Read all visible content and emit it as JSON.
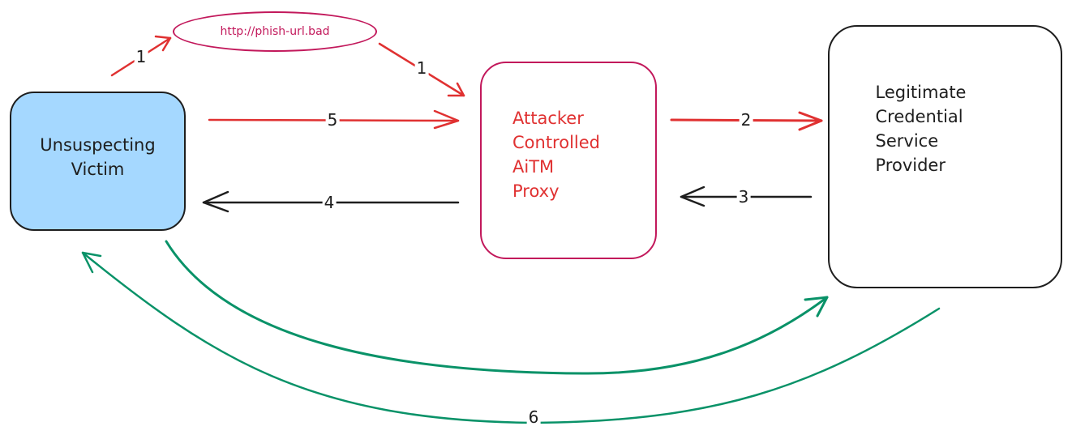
{
  "diagram": {
    "title": "AiTM phishing flow",
    "colors": {
      "attack": "#e03131",
      "response": "#1e1e1e",
      "session": "#099268",
      "proxy_border": "#c2185b",
      "victim_fill": "#a5d8ff"
    },
    "nodes": {
      "victim": {
        "label": "Unsuspecting\nVictim"
      },
      "proxy": {
        "label": "Attacker\nControlled\nAiTM\nProxy"
      },
      "provider": {
        "label": "Legitimate\nCredential\nService\nProvider"
      },
      "phish_url": {
        "label": "http://phish-url.bad"
      }
    },
    "edges": [
      {
        "id": "e1a",
        "from": "victim",
        "to": "phish_url",
        "label": "1",
        "color": "attack"
      },
      {
        "id": "e1b",
        "from": "phish_url",
        "to": "proxy",
        "label": "1",
        "color": "attack"
      },
      {
        "id": "e2",
        "from": "proxy",
        "to": "provider",
        "label": "2",
        "color": "attack"
      },
      {
        "id": "e3",
        "from": "provider",
        "to": "proxy",
        "label": "3",
        "color": "response"
      },
      {
        "id": "e4",
        "from": "proxy",
        "to": "victim",
        "label": "4",
        "color": "response"
      },
      {
        "id": "e5",
        "from": "victim",
        "to": "proxy",
        "label": "5",
        "color": "attack"
      },
      {
        "id": "e6a",
        "from": "victim",
        "to": "provider",
        "label": "",
        "color": "session"
      },
      {
        "id": "e6b",
        "from": "provider",
        "to": "victim",
        "label": "6",
        "color": "session"
      }
    ]
  }
}
